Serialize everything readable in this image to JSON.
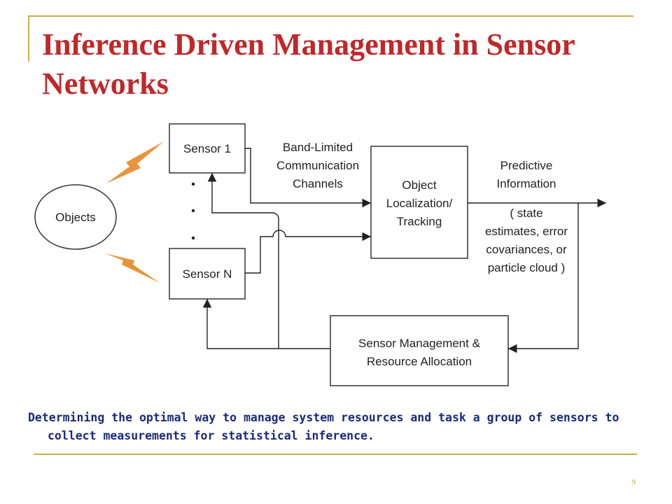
{
  "slide": {
    "title": "Inference Driven Management in Sensor Networks",
    "caption": "Determining the optimal way to manage system resources and task a group of sensors to collect measurements for statistical inference.",
    "page_number": "9",
    "accent_color": "#c8b050",
    "title_color": "#c0282a",
    "caption_color": "#1a2a7a"
  },
  "diagram": {
    "objects_label": "Objects",
    "sensor1_label": "Sensor 1",
    "sensorN_label": "Sensor N",
    "ellipsis": "·  ·  ·",
    "channel_label": [
      "Band-Limited",
      "Communication",
      "Channels"
    ],
    "tracking_label": [
      "Object",
      "Localization/",
      "Tracking"
    ],
    "predictive_label": [
      "Predictive",
      "Information"
    ],
    "estimates_label": [
      "( state",
      "estimates, error",
      "covariances, or",
      "particle cloud )"
    ],
    "management_label": [
      "Sensor Management &",
      "Resource Allocation"
    ]
  }
}
